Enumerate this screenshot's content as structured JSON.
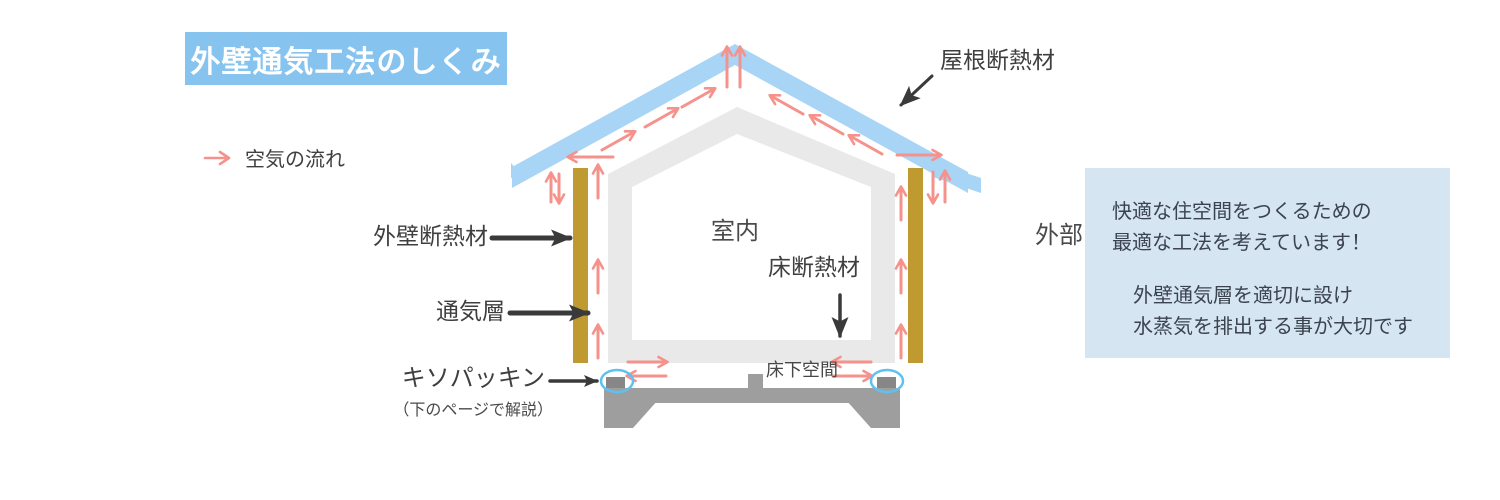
{
  "title": "外壁通気工法のしくみ",
  "legend": {
    "label": "空気の流れ"
  },
  "house": {
    "interior_label": "室内",
    "exterior_label": "外部",
    "underfloor_label": "床下空間"
  },
  "callouts": {
    "roof_insulation": "屋根断熱材",
    "wall_insulation": "外壁断熱材",
    "ventilation_layer": "通気層",
    "foundation_packing": "キソパッキン",
    "foundation_packing_note": "（下のページで解説）",
    "floor_insulation": "床断熱材"
  },
  "info_box": {
    "line1": "快適な住空間をつくるための",
    "line2": "最適な工法を考えています！",
    "line3": "外壁通気層を適切に設け",
    "line4": "水蒸気を排出する事が大切です"
  },
  "colors": {
    "title_bg": "#87c3ef",
    "roof": "#a8d4f6",
    "wall_structure": "#e9e9e9",
    "insulation": "#bf9a30",
    "foundation": "#9e9e9e",
    "packing_block": "#878787",
    "packing_highlight": "#5fc1f1",
    "airflow_arrow": "#f5928b",
    "label_arrow": "#3a3a3a",
    "info_box_bg": "#d5e5f2",
    "text": "#3f3f3f"
  }
}
